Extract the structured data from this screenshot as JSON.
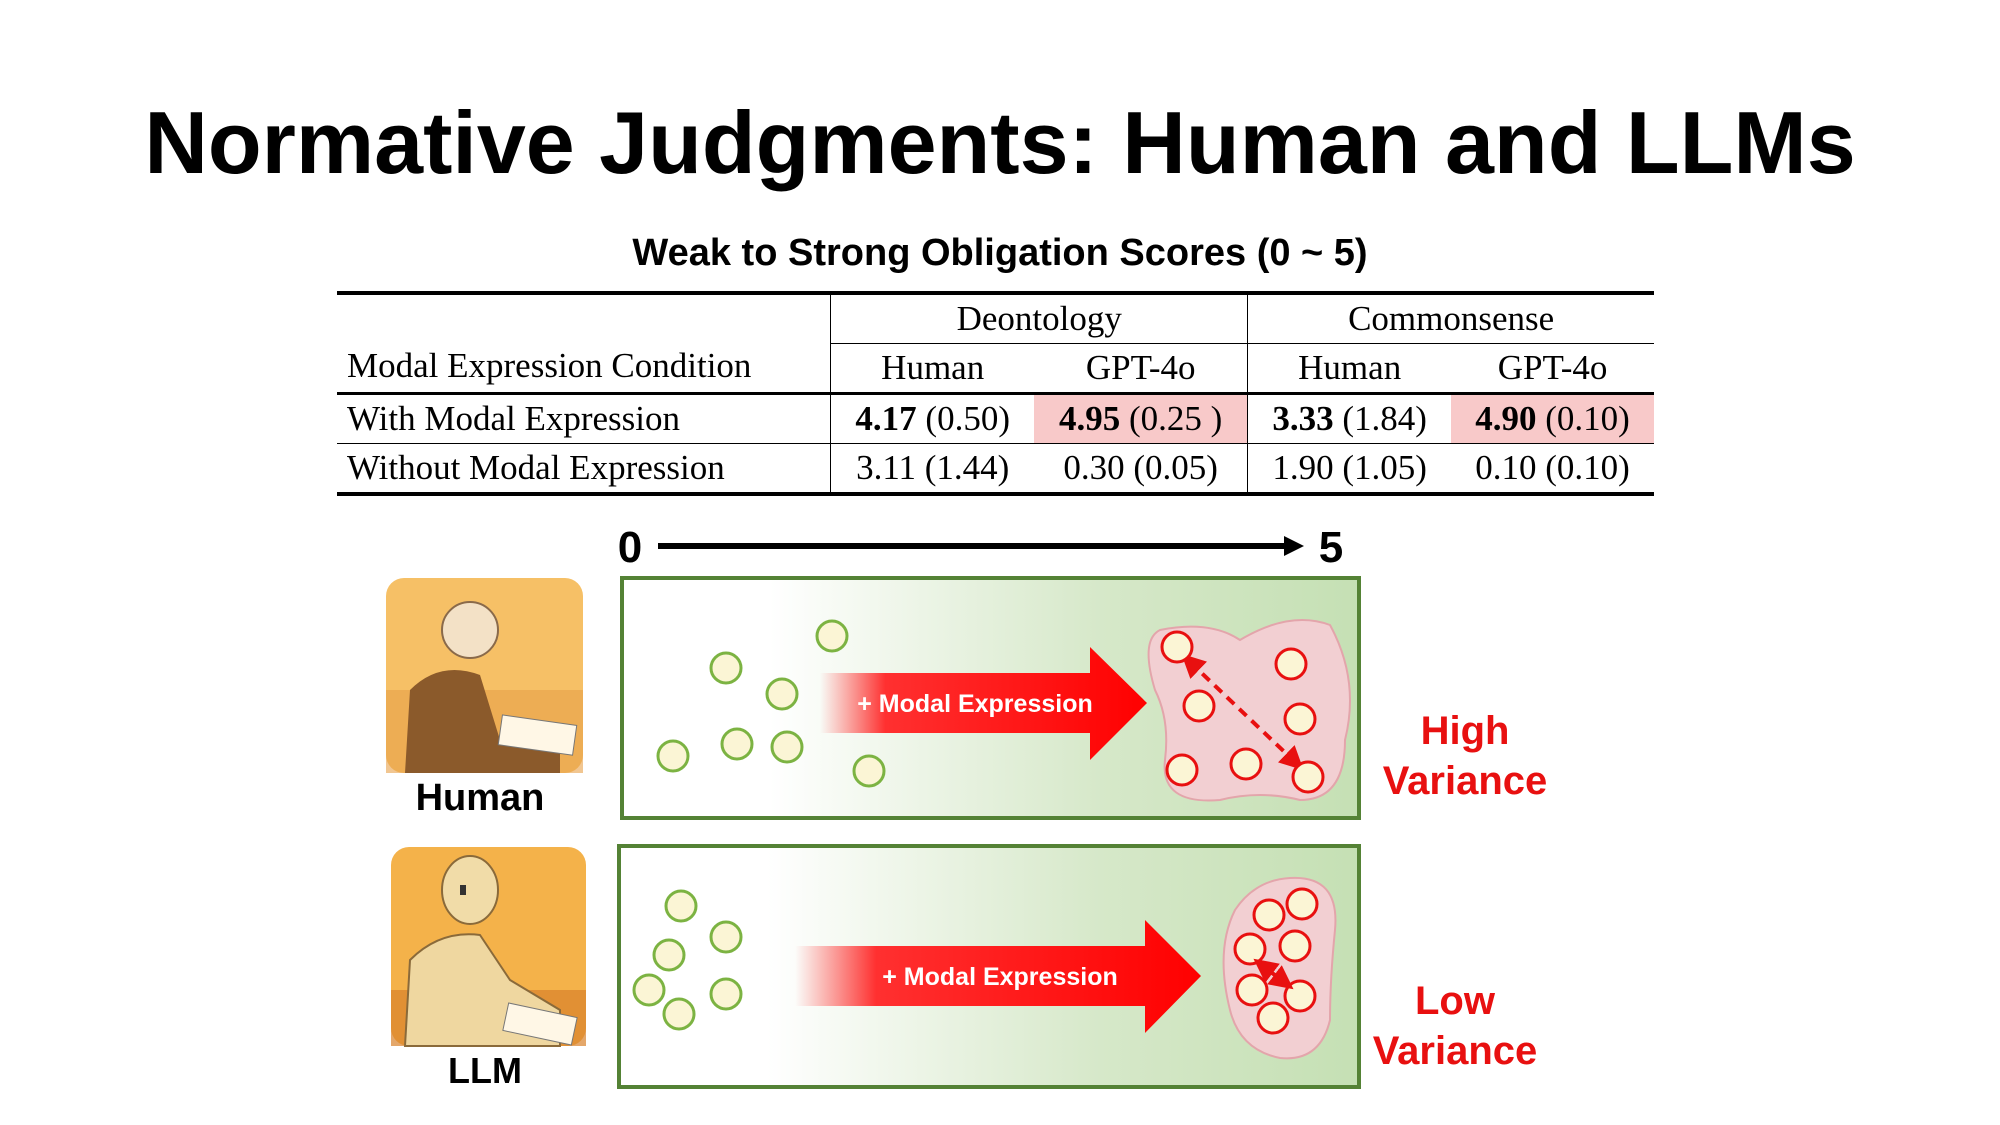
{
  "title": "Normative Judgments: Human and LLMs",
  "table": {
    "caption": "Weak to Strong Obligation Scores (0 ~ 5)",
    "row_header": "Modal Expression Condition",
    "groups": [
      "Deontology",
      "Commonsense"
    ],
    "subcols": [
      "Human",
      "GPT-4o",
      "Human",
      "GPT-4o"
    ],
    "rows": [
      {
        "label": "With Modal Expression",
        "cells": [
          {
            "mean": "4.17",
            "sd": "(0.50)",
            "bold": true,
            "highlight": false
          },
          {
            "mean": "4.95",
            "sd": "(0.25 )",
            "bold": true,
            "highlight": true
          },
          {
            "mean": "3.33",
            "sd": "(1.84)",
            "bold": true,
            "highlight": false
          },
          {
            "mean": "4.90",
            "sd": "(0.10)",
            "bold": true,
            "highlight": true
          }
        ]
      },
      {
        "label": "Without Modal Expression",
        "cells": [
          {
            "mean": "3.11",
            "sd": "(1.44)",
            "bold": false,
            "highlight": false
          },
          {
            "mean": "0.30",
            "sd": "(0.05)",
            "bold": false,
            "highlight": false
          },
          {
            "mean": "1.90",
            "sd": "(1.05)",
            "bold": false,
            "highlight": false
          },
          {
            "mean": "0.10",
            "sd": "(0.10)",
            "bold": false,
            "highlight": false
          }
        ]
      }
    ],
    "highlight_color": "#f8c9c9"
  },
  "diagram": {
    "axis_start": "0",
    "axis_end": "5",
    "human_label": "Human",
    "llm_label": "LLM",
    "arrow_label": "+ Modal Expression",
    "high_variance": [
      "High",
      "Variance"
    ],
    "low_variance": [
      "Low",
      "Variance"
    ],
    "colors": {
      "accent_red": "#e81010",
      "box_green": "#4f7f2f",
      "dot_green": "#7cb342",
      "blob_pink": "#f2cfd2"
    }
  }
}
